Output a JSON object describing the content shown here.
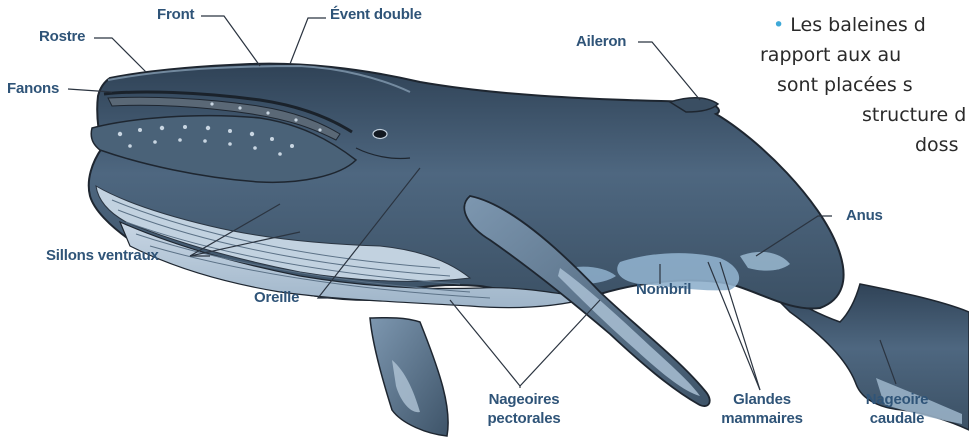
{
  "colors": {
    "label": "#2f5478",
    "leader": "#2b3440",
    "bullet": "#3fa9d8",
    "body_dark": "#3f5468",
    "body_mid": "#56708a",
    "belly": "#b9c9da",
    "belly_light": "#d3dfea",
    "patch": "#8fb0cc",
    "outline": "#1e2630"
  },
  "labels": {
    "rostre": "Rostre",
    "front": "Front",
    "event_double": "Évent double",
    "fanons": "Fanons",
    "aileron": "Aileron",
    "sillons_ventraux": "Sillons ventraux",
    "oreille": "Oreille",
    "anus": "Anus",
    "nombril": "Nombril",
    "nageoires_line1": "Nageoires",
    "nageoires_line2": "pectorales",
    "glandes_line1": "Glandes",
    "glandes_line2": "mammaires",
    "caudale_line1": "Nageoire",
    "caudale_line2": "caudale"
  },
  "side_text": {
    "bullet": "•",
    "line1": " Les baleines d",
    "line2": "rapport aux au",
    "line3": "sont placées s",
    "line4": "structure d",
    "line5": "doss"
  }
}
